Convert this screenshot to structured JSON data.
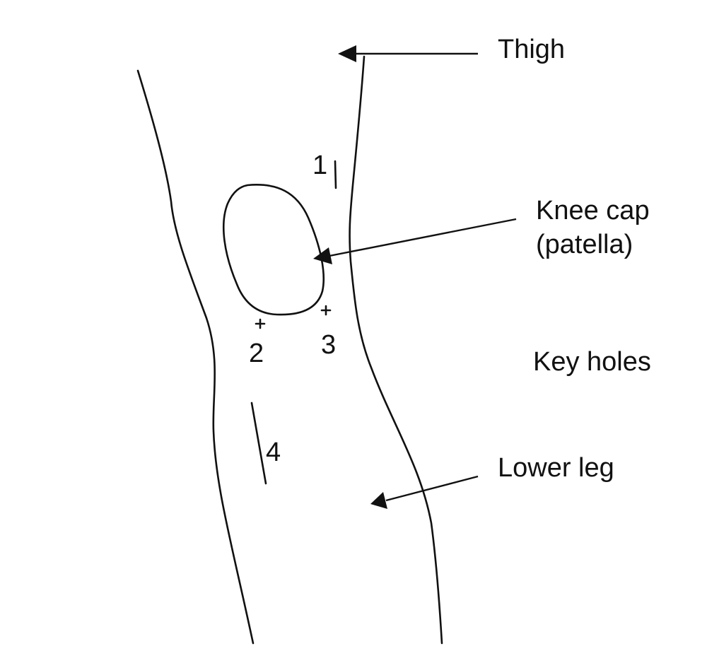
{
  "labels": {
    "thigh": "Thigh",
    "knee_cap_line1": "Knee cap",
    "knee_cap_line2": "(patella)",
    "key_holes": "Key holes",
    "lower_leg": "Lower leg"
  },
  "keyholes": [
    "1",
    "2",
    "3",
    "4"
  ]
}
